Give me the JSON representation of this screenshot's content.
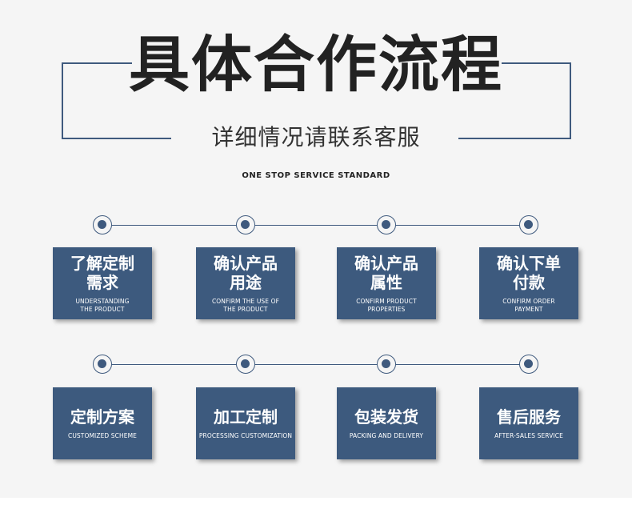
{
  "header": {
    "title": "具体合作流程",
    "subtitle": "详细情况请联系客服",
    "tagline": "ONE STOP SERVICE STANDARD"
  },
  "colors": {
    "accent": "#3d5a7e",
    "background": "#f5f5f5",
    "title_text": "#222222"
  },
  "steps_row1": [
    {
      "cn": "了解定制\n需求",
      "en": "UNDERSTANDING\nTHE PRODUCT"
    },
    {
      "cn": "确认产品\n用途",
      "en": "CONFIRM THE USE OF\nTHE PRODUCT"
    },
    {
      "cn": "确认产品\n属性",
      "en": "CONFIRM PRODUCT\nPROPERTIES"
    },
    {
      "cn": "确认下单\n付款",
      "en": "CONFIRM ORDER\nPAYMENT"
    }
  ],
  "steps_row2": [
    {
      "cn": "定制方案",
      "en": "CUSTOMIZED SCHEME"
    },
    {
      "cn": "加工定制",
      "en": "PROCESSING CUSTOMIZATION"
    },
    {
      "cn": "包装发货",
      "en": "PACKING AND DELIVERY"
    },
    {
      "cn": "售后服务",
      "en": "AFTER-SALES SERVICE"
    }
  ]
}
